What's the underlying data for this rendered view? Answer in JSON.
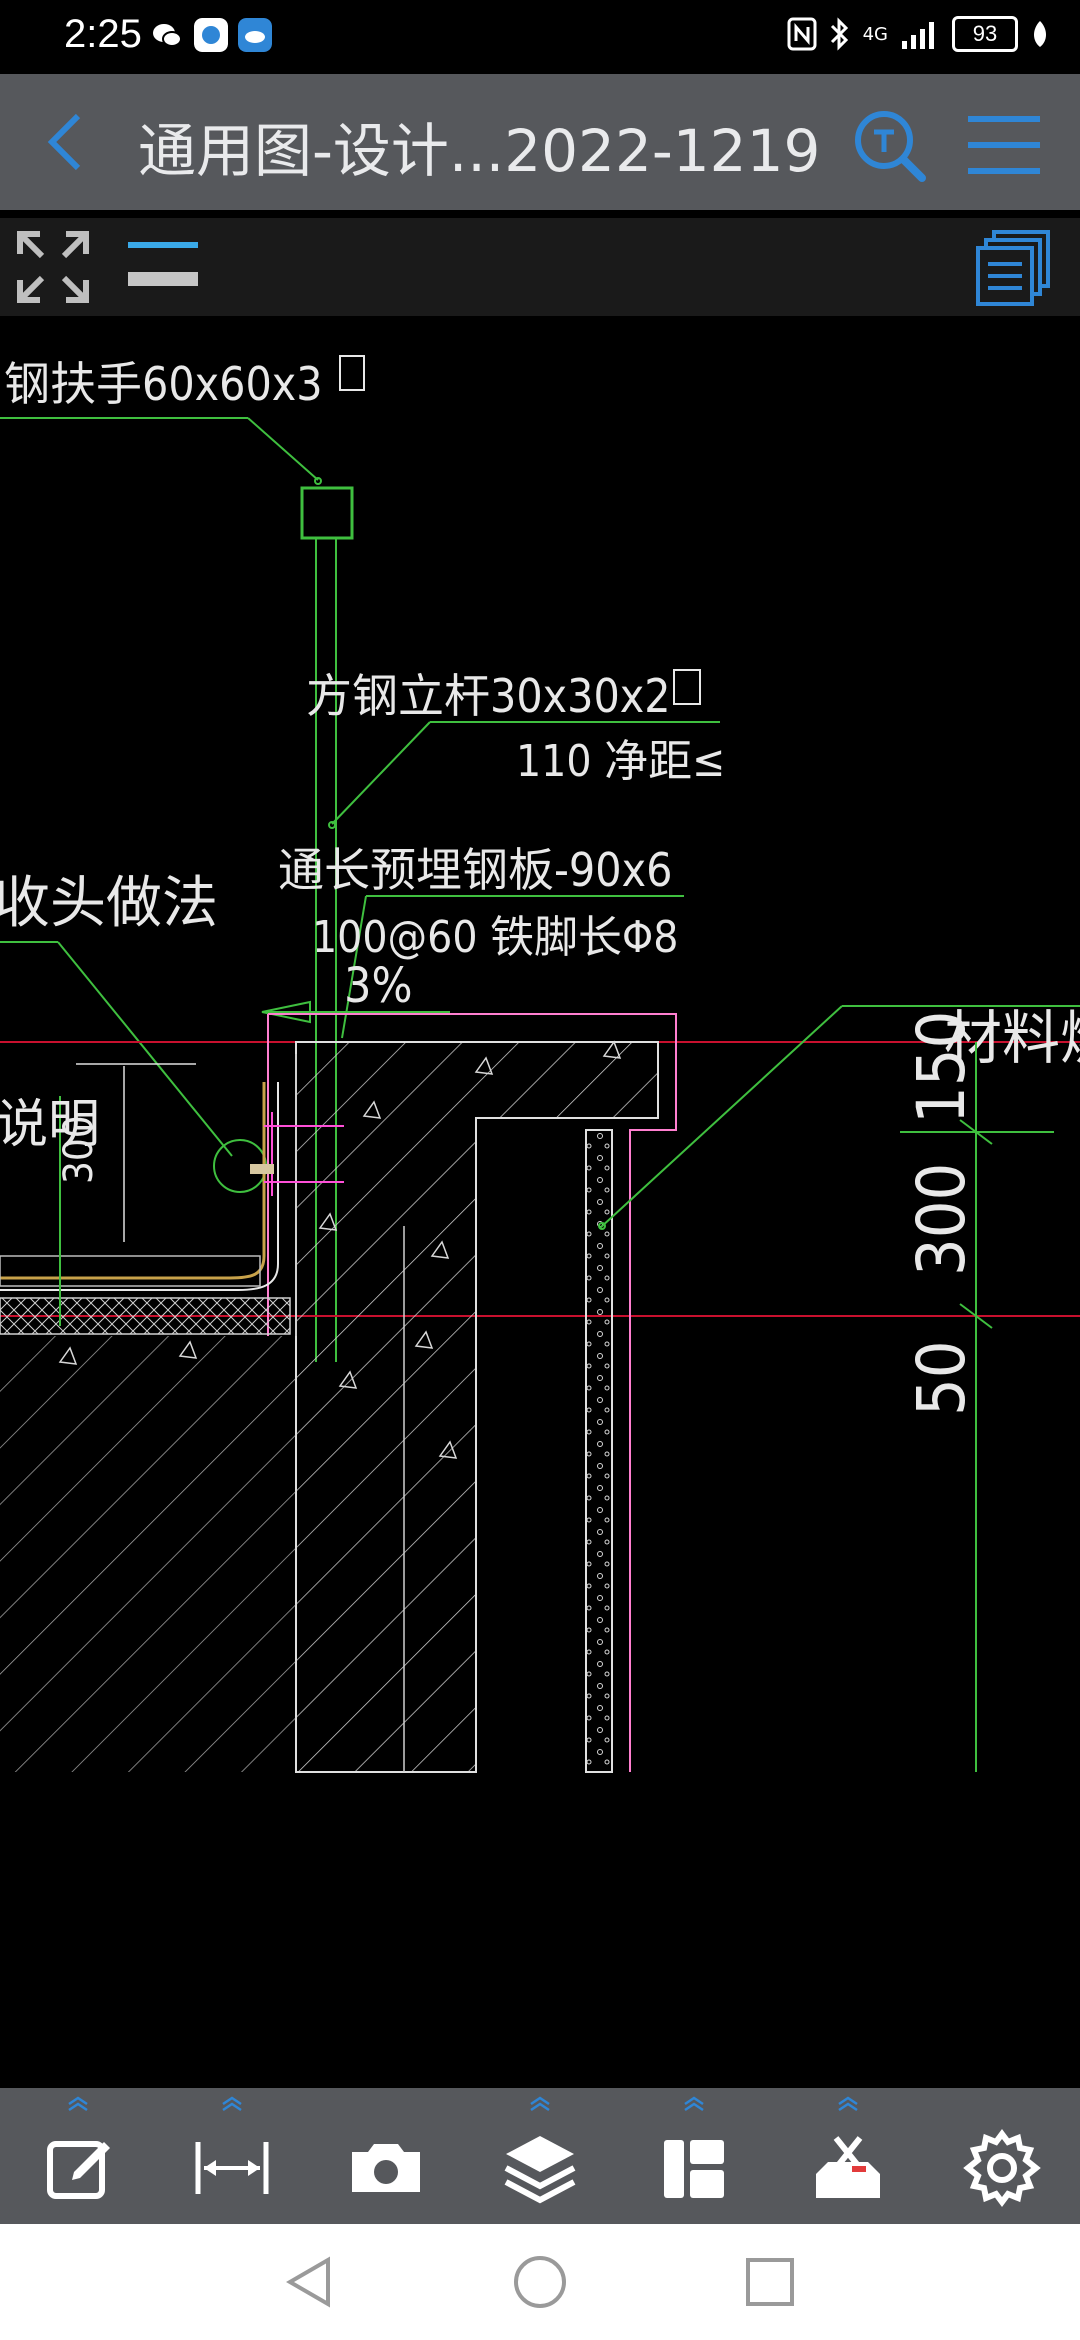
{
  "status": {
    "time": "2:25",
    "battery": "93",
    "network": "4G"
  },
  "titlebar": {
    "title": "通用图-设计...2022-1219",
    "back_icon": "chevron-left-icon",
    "search_icon": "text-search-icon",
    "menu_icon": "hamburger-menu-icon"
  },
  "toolrow": {
    "expand_icon": "fullscreen-expand-icon",
    "lineweight_icon": "line-weight-icon",
    "layout_icon": "layout-list-icon"
  },
  "drawing": {
    "labels": [
      "钢扶手60x60x3",
      "方钢立杆30x30x2",
      "110  净距≤",
      "通长预埋钢板-90x6",
      "收头做法",
      "100@60    铁脚长Φ8",
      "3%",
      "材料燃",
      "说明",
      "300",
      "150",
      "300",
      "50"
    ]
  },
  "bottom_toolbar": {
    "items": [
      {
        "icon": "edit-icon",
        "expandable": true
      },
      {
        "icon": "measure-icon",
        "expandable": true
      },
      {
        "icon": "camera-icon",
        "expandable": false
      },
      {
        "icon": "layers-icon",
        "expandable": true
      },
      {
        "icon": "layout-panels-icon",
        "expandable": true
      },
      {
        "icon": "toolbox-icon",
        "expandable": true
      },
      {
        "icon": "settings-icon",
        "expandable": false
      }
    ]
  },
  "colors": {
    "accent": "#2f86d6",
    "toolbar": "#56585c",
    "cad_green": "#3fbf3f",
    "cad_red": "#c8102e",
    "cad_magenta": "#ff4fd8"
  }
}
